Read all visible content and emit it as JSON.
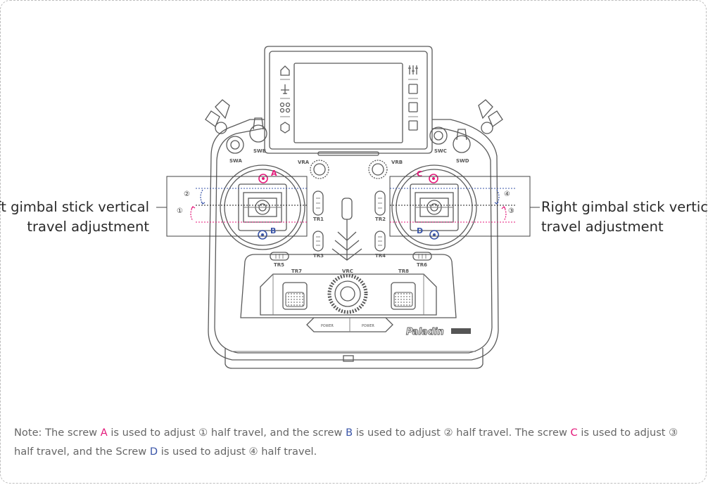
{
  "callouts": {
    "left_line1": "Left gimbal stick vertical",
    "left_line2": "travel adjustment",
    "right_line1": "Right gimbal stick vertical",
    "right_line2": "travel adjustment"
  },
  "screws": {
    "a": "A",
    "b": "B",
    "c": "C",
    "d": "D"
  },
  "travel_marks": {
    "m1": "①",
    "m2": "②",
    "m3": "③",
    "m4": "④"
  },
  "device_labels": {
    "swa": "SWA",
    "swb": "SWB",
    "swc": "SWC",
    "swd": "SWD",
    "vra": "VRA",
    "vrb": "VRB",
    "vrc": "VRC",
    "tr1": "TR1",
    "tr2": "TR2",
    "tr3": "TR3",
    "tr4": "TR4",
    "tr5": "TR5",
    "tr6": "TR6",
    "tr7": "TR7",
    "tr8": "TR8",
    "power_left": "POWER",
    "power_right": "POWER",
    "brand": "Paladin"
  },
  "note": {
    "p1": "Note: The screw ",
    "a": "A",
    "p2": " is used to adjust ① half travel, and the screw ",
    "b": "B",
    "p3": " is used to adjust ② half travel. The screw ",
    "c": "C",
    "p4": " is used to adjust ③ half travel, and the Screw ",
    "d": "D",
    "p5": " is used to adjust ④ half travel."
  },
  "colors": {
    "screw_pink": "#e4197a",
    "screw_blue": "#3a55a8",
    "outline": "#5a5a5a",
    "note_text": "#666666"
  }
}
